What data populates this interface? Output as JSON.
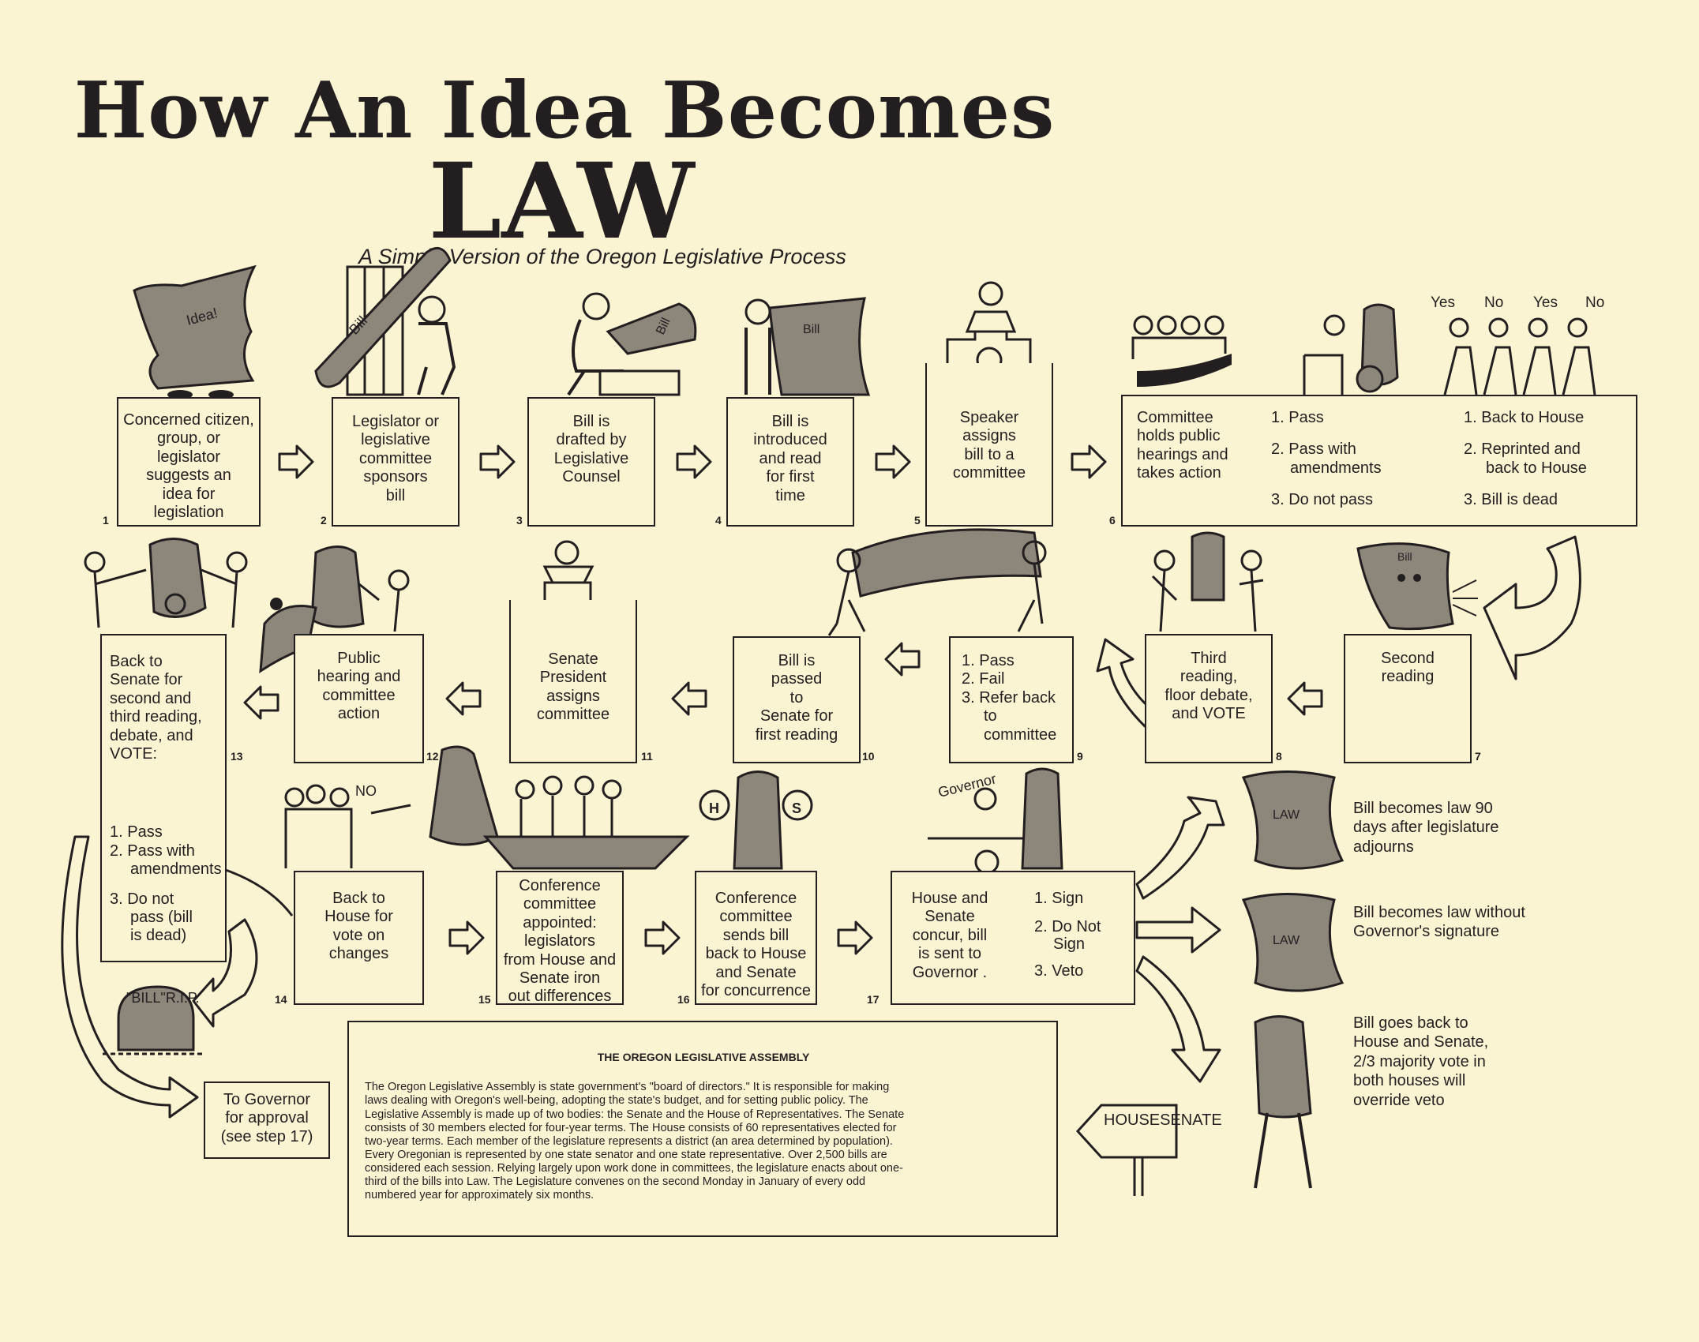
{
  "header": {
    "title": "How An Idea Becomes",
    "title_big": "LAW",
    "subtitle": "A Simple Version of the Oregon  Legislative Process"
  },
  "steps": {
    "s1": {
      "num": "1",
      "l1": "Concerned citizen,",
      "l2": "group, or",
      "l3": "legislator",
      "l4": "suggests an",
      "l5": "idea for",
      "l6": "legislation",
      "icon_label": "Idea!"
    },
    "s2": {
      "num": "2",
      "l1": "Legislator or",
      "l2": "legislative",
      "l3": "committee",
      "l4": "sponsors",
      "l5": "bill",
      "icon_label": "Bill"
    },
    "s3": {
      "num": "3",
      "l1": "Bill is",
      "l2": "drafted by",
      "l3": "Legislative",
      "l4": "Counsel",
      "icon_label": "Bill"
    },
    "s4": {
      "num": "4",
      "l1": "Bill is",
      "l2": "introduced",
      "l3": "and read",
      "l4": "for first",
      "l5": "time",
      "icon_label": "Bill"
    },
    "s5": {
      "num": "5",
      "l1": "Speaker",
      "l2": "assigns",
      "l3": "bill to a",
      "l4": "committee"
    },
    "s6": {
      "num": "6",
      "l1": "Committee",
      "l2": "holds public",
      "l3": "hearings and",
      "l4": "takes action",
      "opts": [
        "1.  Pass",
        "2.  Pass with",
        "amendments",
        "3.  Do not pass"
      ],
      "results": [
        "1.  Back to House",
        "2.  Reprinted and",
        "back to House",
        "3.  Bill is dead"
      ],
      "votes": [
        "Yes",
        "No",
        "Yes",
        "No"
      ]
    },
    "s7": {
      "num": "7",
      "l1": "Second",
      "l2": "reading",
      "icon_label": "Bill"
    },
    "s8": {
      "num": "8",
      "l1": "Third",
      "l2": "reading,",
      "l3": "floor debate,",
      "l4": "and VOTE"
    },
    "s9": {
      "num": "9",
      "l1": "1.  Pass",
      "l2": "2.  Fail",
      "l3": "3.  Refer back",
      "l4": "to",
      "l5": "committee"
    },
    "s10": {
      "num": "10",
      "l1": "Bill is",
      "l2": "passed",
      "l3": "to",
      "l4": "Senate for",
      "l5": "first reading"
    },
    "s11": {
      "num": "11",
      "l1": "Senate",
      "l2": "President",
      "l3": "assigns",
      "l4": "committee"
    },
    "s12": {
      "num": "12",
      "l1": "Public",
      "l2": "hearing and",
      "l3": "committee",
      "l4": "action"
    },
    "s13": {
      "num": "13",
      "l1": "Back to",
      "l2": "Senate for",
      "l3": "second and",
      "l4": "third reading,",
      "l5": "debate, and",
      "l6": "VOTE:",
      "o1": "1.  Pass",
      "o2": "2.  Pass with",
      "o3": "amendments",
      "o4": "3.  Do not",
      "o5": "pass (bill",
      "o6": "is dead)"
    },
    "s14": {
      "num": "14",
      "l1": "Back to",
      "l2": "House for",
      "l3": "vote on",
      "l4": "changes",
      "icon_label": "NO"
    },
    "s15": {
      "num": "15",
      "l1": "Conference",
      "l2": "committee",
      "l3": "appointed:",
      "l4": "legislators",
      "l5": "from House and",
      "l6": "Senate iron",
      "l7": "out differences"
    },
    "s16": {
      "num": "16",
      "l1": "Conference",
      "l2": "committee",
      "l3": "sends bill",
      "l4": "back to House",
      "l5": "and Senate",
      "l6": "for concurrence",
      "icon_h": "H",
      "icon_s": "S"
    },
    "s17": {
      "num": "17",
      "l1": "House and",
      "l2": "Senate",
      "l3": "concur, bill",
      "l4": "is sent to",
      "l5": "Governor .",
      "o1": "1.  Sign",
      "o2": "2.  Do Not",
      "o3": "Sign",
      "o4": "3.  Veto",
      "icon_label": "Governor"
    }
  },
  "outcomes": {
    "o1": {
      "l1": "Bill becomes law 90",
      "l2": "days after legislature",
      "l3": "adjourns",
      "icon_label": "LAW"
    },
    "o2": {
      "l1": "Bill becomes law without",
      "l2": "Governor's signature",
      "icon_label": "LAW"
    },
    "o3": {
      "l1": "Bill goes back to",
      "l2": "House and Senate,",
      "l3": "2/3 majority vote in",
      "l4": "both houses will",
      "l5": "override veto"
    }
  },
  "to_governor": {
    "l1": "To Governor",
    "l2": "for approval",
    "l3": "(see step 17)"
  },
  "tombstone": {
    "l1": "\"BILL\"",
    "l2": "R.I.P."
  },
  "sign": {
    "l1": "HOUSE",
    "l2": "SENATE"
  },
  "assembly": {
    "heading": "THE OREGON LEGISLATIVE ASSEMBLY",
    "lines": [
      "The Oregon Legislative Assembly is state government's \"board of directors.\" It is responsible for making",
      "laws dealing with Oregon's well-being, adopting the state's budget, and for setting public policy. The",
      "Legislative Assembly is made up of two bodies: the Senate and the House of Representatives. The Senate",
      "consists of 30 members elected for four-year terms. The House consists of 60 representatives elected for",
      "two-year terms. Each member of the legislature represents a district (an area determined by population).",
      "Every Oregonian is represented by one state senator and one state representative. Over 2,500 bills are",
      "considered each session. Relying largely upon work done in committees, the legislature enacts about one-",
      "third of the bills into Law. The Legislature convenes on the second Monday in January of every odd",
      "numbered year for approximately six months."
    ]
  },
  "colors": {
    "paper": "#fbf4d3",
    "ink": "#231f20",
    "shade": "#8d867a"
  }
}
